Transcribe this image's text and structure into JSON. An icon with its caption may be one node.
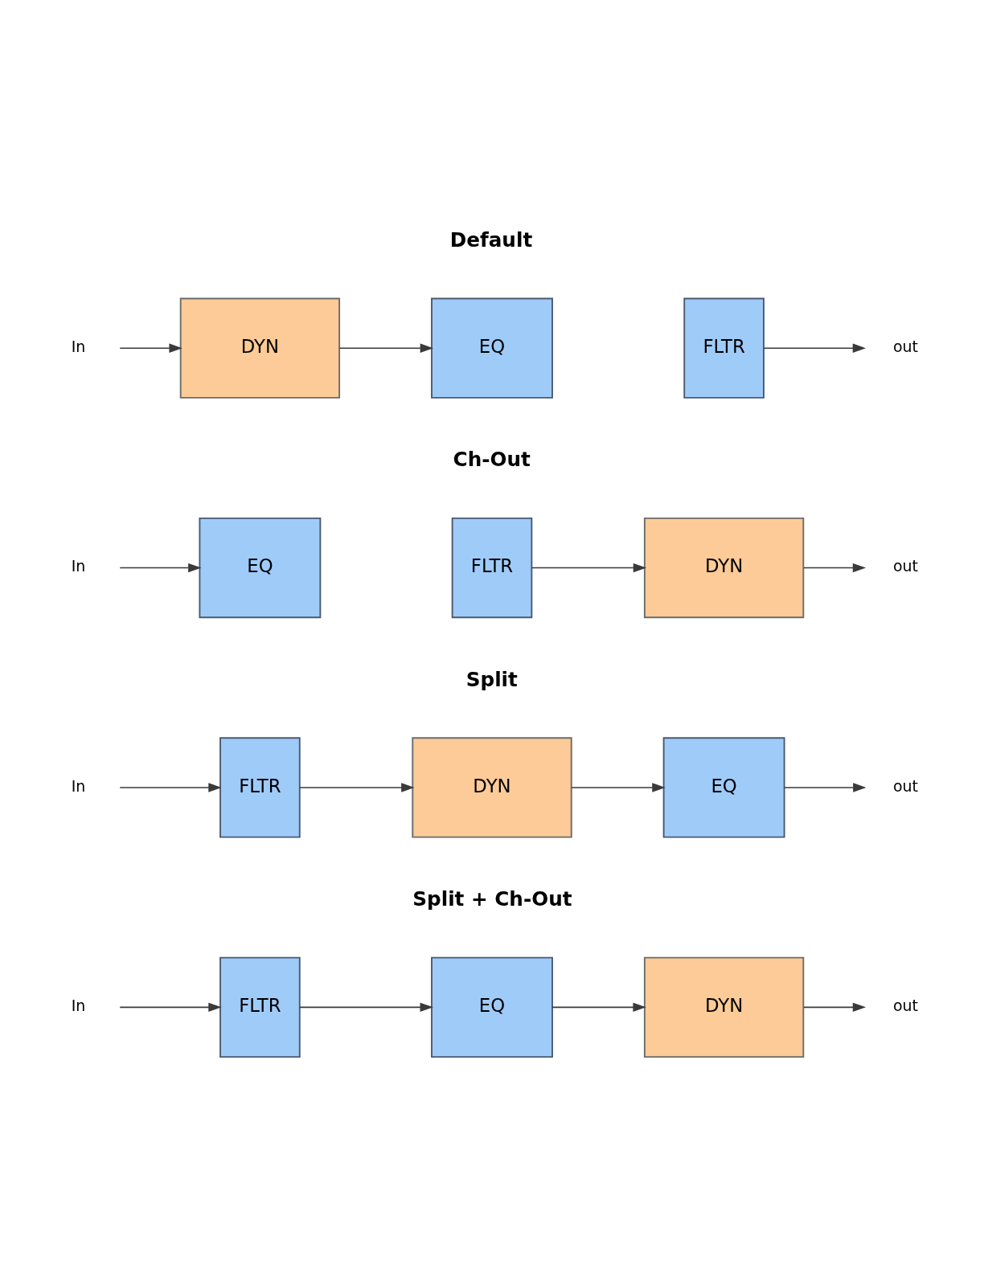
{
  "diagram": {
    "nodes": [
      {
        "text": [
          "In"
        ]
      },
      {
        "text": [
          "DYN"
        ]
      },
      {
        "text": [
          "EQ"
        ]
      },
      {
        "text": [
          "FLTR"
        ]
      },
      {
        "text": [
          "out"
        ]
      },
      {
        "text": [
          "In"
        ]
      },
      {
        "text": [
          "EQ"
        ]
      },
      {
        "text": [
          "FLTR"
        ]
      },
      {
        "text": [
          "DYN"
        ]
      },
      {
        "text": [
          "out"
        ]
      },
      {
        "text": [
          "In"
        ]
      },
      {
        "text": [
          "FLTR"
        ]
      },
      {
        "text": [
          "DYN"
        ]
      },
      {
        "text": [
          "EQ"
        ]
      },
      {
        "text": [
          "out"
        ]
      },
      {
        "text": [
          "In"
        ]
      },
      {
        "text": [
          "FLTR"
        ]
      },
      {
        "text": [
          "EQ"
        ]
      },
      {
        "text": [
          "DYN"
        ]
      },
      {
        "text": [
          "out"
        ]
      }
    ],
    "edges": [
      {
        "from": 0,
        "to": 1,
        "arrow": "to"
      },
      {
        "from": 1,
        "to": 2,
        "arrow": "to"
      },
      {
        "from": 3,
        "to": 4,
        "arrow": "to"
      },
      {
        "from": 5,
        "to": 6,
        "arrow": "to"
      },
      {
        "from": 7,
        "to": 8,
        "arrow": "to"
      },
      {
        "from": 8,
        "to": 9,
        "arrow": "to"
      },
      {
        "from": 10,
        "to": 11,
        "arrow": "to"
      },
      {
        "from": 11,
        "to": 12,
        "arrow": "to"
      },
      {
        "from": 12,
        "to": 13,
        "arrow": "to"
      },
      {
        "from": 13,
        "to": 14,
        "arrow": "to"
      },
      {
        "from": 15,
        "to": 16,
        "arrow": "to"
      },
      {
        "from": 16,
        "to": 17,
        "arrow": "to"
      },
      {
        "from": 17,
        "to": 18,
        "arrow": "to"
      },
      {
        "from": 18,
        "to": 19,
        "arrow": "to"
      }
    ],
    "labels": [
      "Default",
      "Ch-Out",
      "Split",
      "Split + Ch-Out"
    ]
  }
}
